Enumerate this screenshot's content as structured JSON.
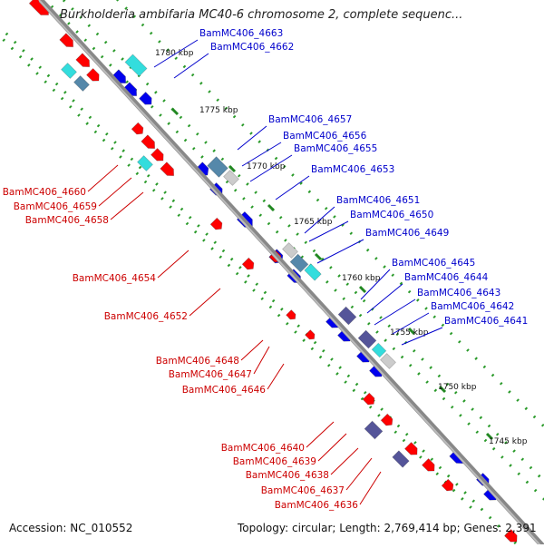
{
  "title": "Burkholderia ambifaria MC40-6 chromosome 2, complete sequenc...",
  "footer": {
    "accession": "Accession: NC_010552",
    "topology": "Topology: circular; Length: 2,769,414 bp; Genes: 2,391"
  },
  "colors": {
    "forward_gene": "#0000ee",
    "reverse_gene": "#ff0000",
    "forward_label": "#0000cc",
    "reverse_label": "#cc0000",
    "backbone": "#888888",
    "dotted_guides": "#2a9a2a",
    "cyan_feature": "#33dddd",
    "gray_feature": "#cccccc",
    "steel_feature": "#5588aa",
    "purple_feature": "#555599"
  },
  "scale_labels": [
    "1780 kbp",
    "1775 kbp",
    "1770 kbp",
    "1765 kbp",
    "1760 kbp",
    "1755 kbp",
    "1750 kbp",
    "1745 kbp"
  ],
  "forward_labels": [
    "BamMC406_4663",
    "BamMC406_4662",
    "BamMC406_4657",
    "BamMC406_4656",
    "BamMC406_4655",
    "BamMC406_4653",
    "BamMC406_4651",
    "BamMC406_4650",
    "BamMC406_4649",
    "BamMC406_4645",
    "BamMC406_4644",
    "BamMC406_4643",
    "BamMC406_4642",
    "BamMC406_4641"
  ],
  "reverse_labels": [
    "BamMC406_4660",
    "BamMC406_4659",
    "BamMC406_4658",
    "BamMC406_4654",
    "BamMC406_4652",
    "BamMC406_4648",
    "BamMC406_4647",
    "BamMC406_4646",
    "BamMC406_4640",
    "BamMC406_4639",
    "BamMC406_4638",
    "BamMC406_4637",
    "BamMC406_4636"
  ]
}
